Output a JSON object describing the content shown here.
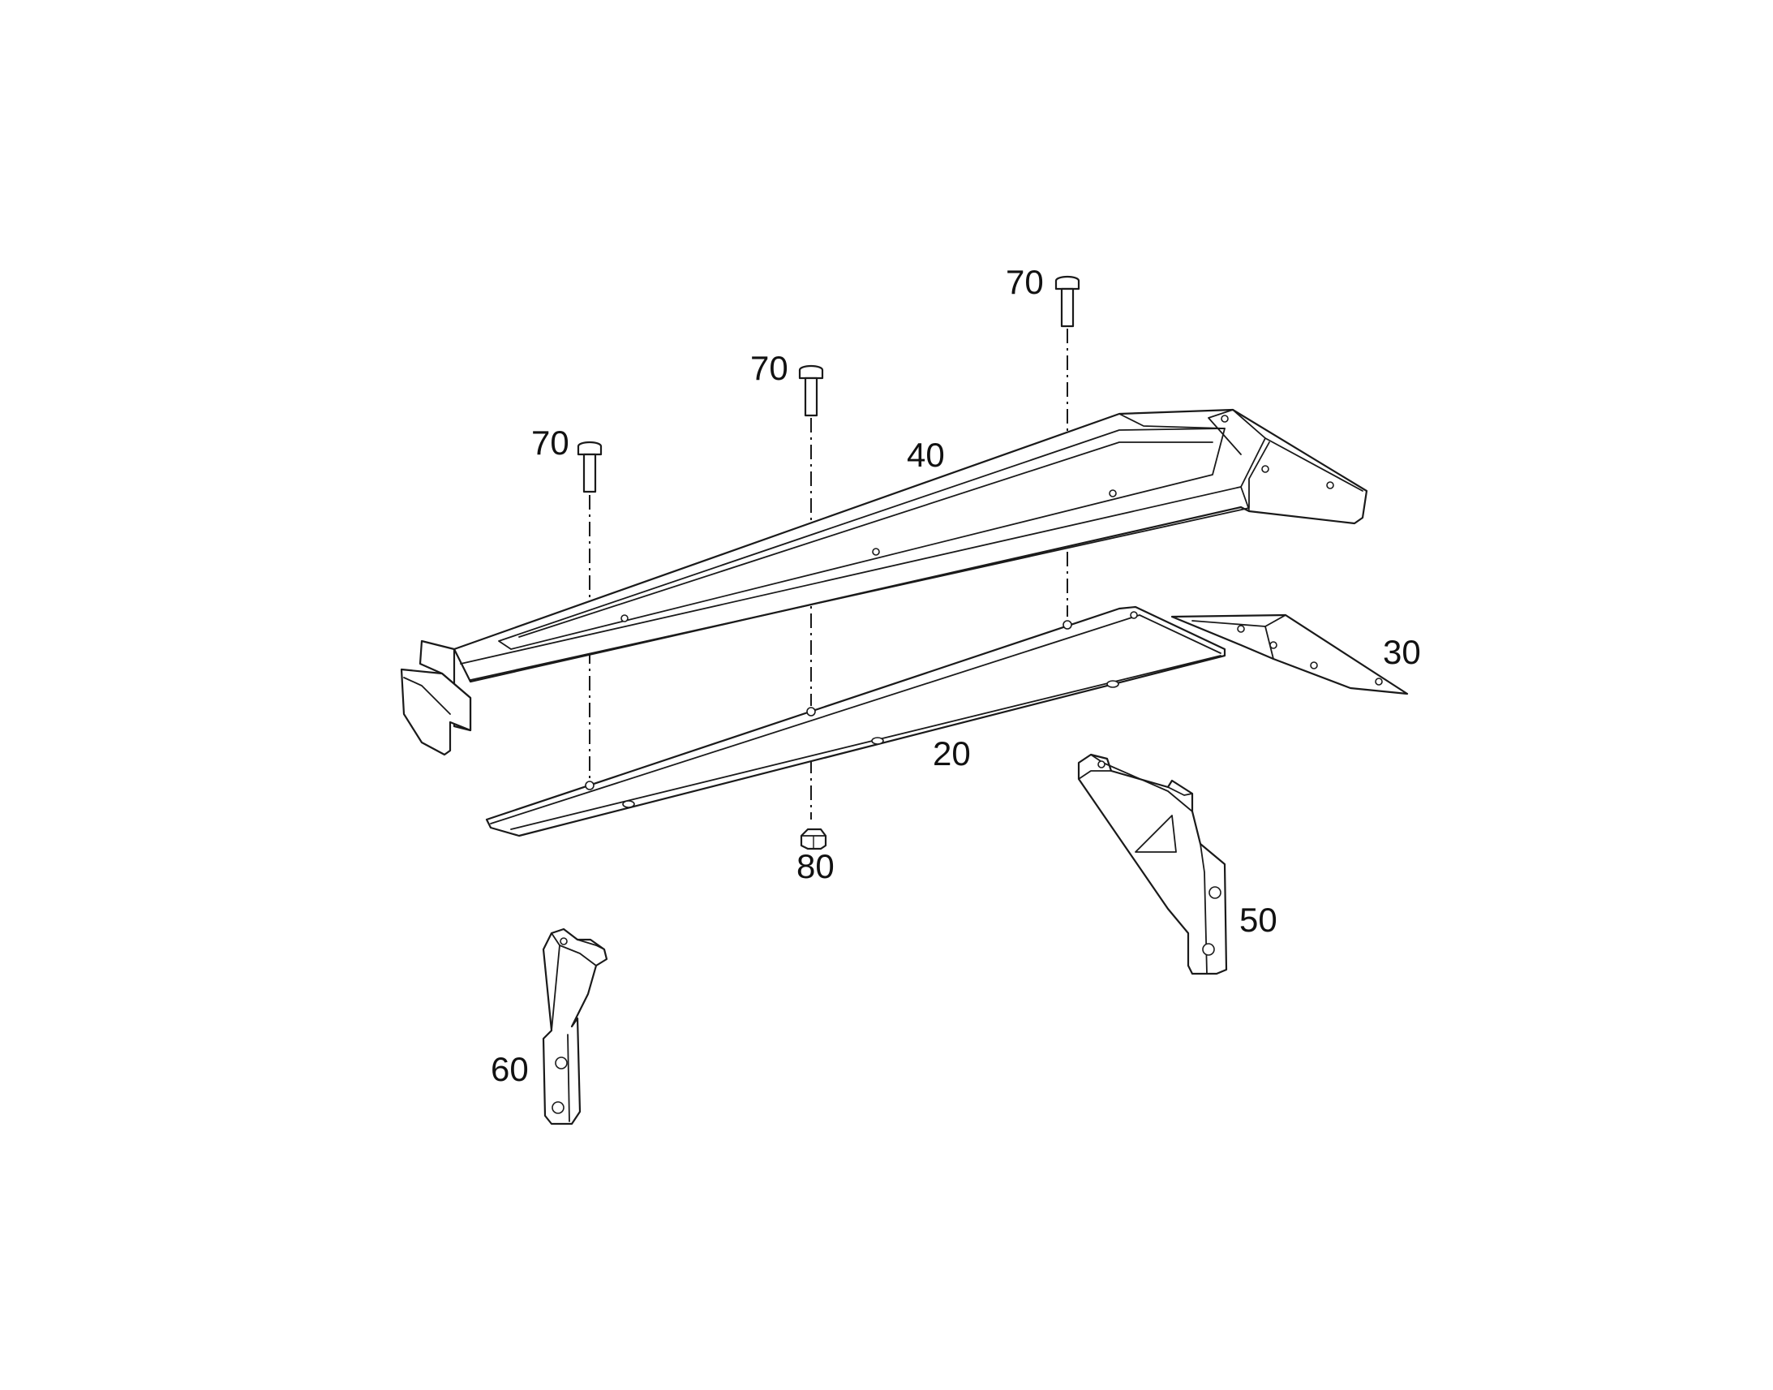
{
  "callouts": [
    {
      "id": "bolt-left",
      "label": "70"
    },
    {
      "id": "bolt-middle",
      "label": "70"
    },
    {
      "id": "bolt-right",
      "label": "70"
    },
    {
      "id": "top-rail",
      "label": "40"
    },
    {
      "id": "bottom-plate",
      "label": "20"
    },
    {
      "id": "corner-plate",
      "label": "30"
    },
    {
      "id": "nut",
      "label": "80"
    },
    {
      "id": "right-bracket",
      "label": "50"
    },
    {
      "id": "left-bracket",
      "label": "60"
    }
  ]
}
